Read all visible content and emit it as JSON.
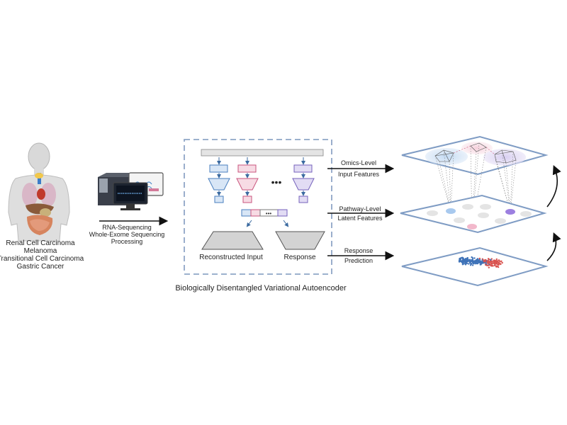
{
  "patient": {
    "cancers": [
      "Renal Cell Carcinoma",
      "Melanoma",
      "Transitional Cell Carcinoma",
      "Gastric Cancer"
    ]
  },
  "sequencing": {
    "lines": [
      "RNA-Sequencing",
      "Whole-Exome Sequencing",
      "Processing"
    ]
  },
  "vae": {
    "title": "Biologically Disentangled Variational Autoencoder",
    "reconstructed_label": "Reconstructed Input",
    "response_label": "Response",
    "ellipsis": "•••"
  },
  "outputs": {
    "omics": [
      "Omics-Level",
      "Input Features"
    ],
    "pathway": [
      "Pathway-Level",
      "Latent Features"
    ],
    "response": [
      "Response",
      "Prediction"
    ]
  },
  "colors": {
    "blue": "#6fa3d8",
    "pink": "#e79ab3",
    "purple": "#9c88d6",
    "frame": "#8fa6c6",
    "plane": "#7f9cc4"
  }
}
